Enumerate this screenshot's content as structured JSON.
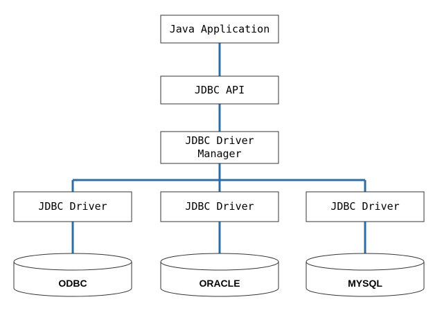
{
  "boxes": {
    "java_application": "Java Application",
    "jdbc_api": "JDBC API",
    "driver_manager_line1": "JDBC Driver",
    "driver_manager_line2": "Manager",
    "driver_left": "JDBC Driver",
    "driver_center": "JDBC Driver",
    "driver_right": "JDBC Driver"
  },
  "databases": {
    "left": "ODBC",
    "center": "ORACLE",
    "right": "MYSQL"
  },
  "colors": {
    "connector": "#2e6da4",
    "border": "#333333"
  }
}
